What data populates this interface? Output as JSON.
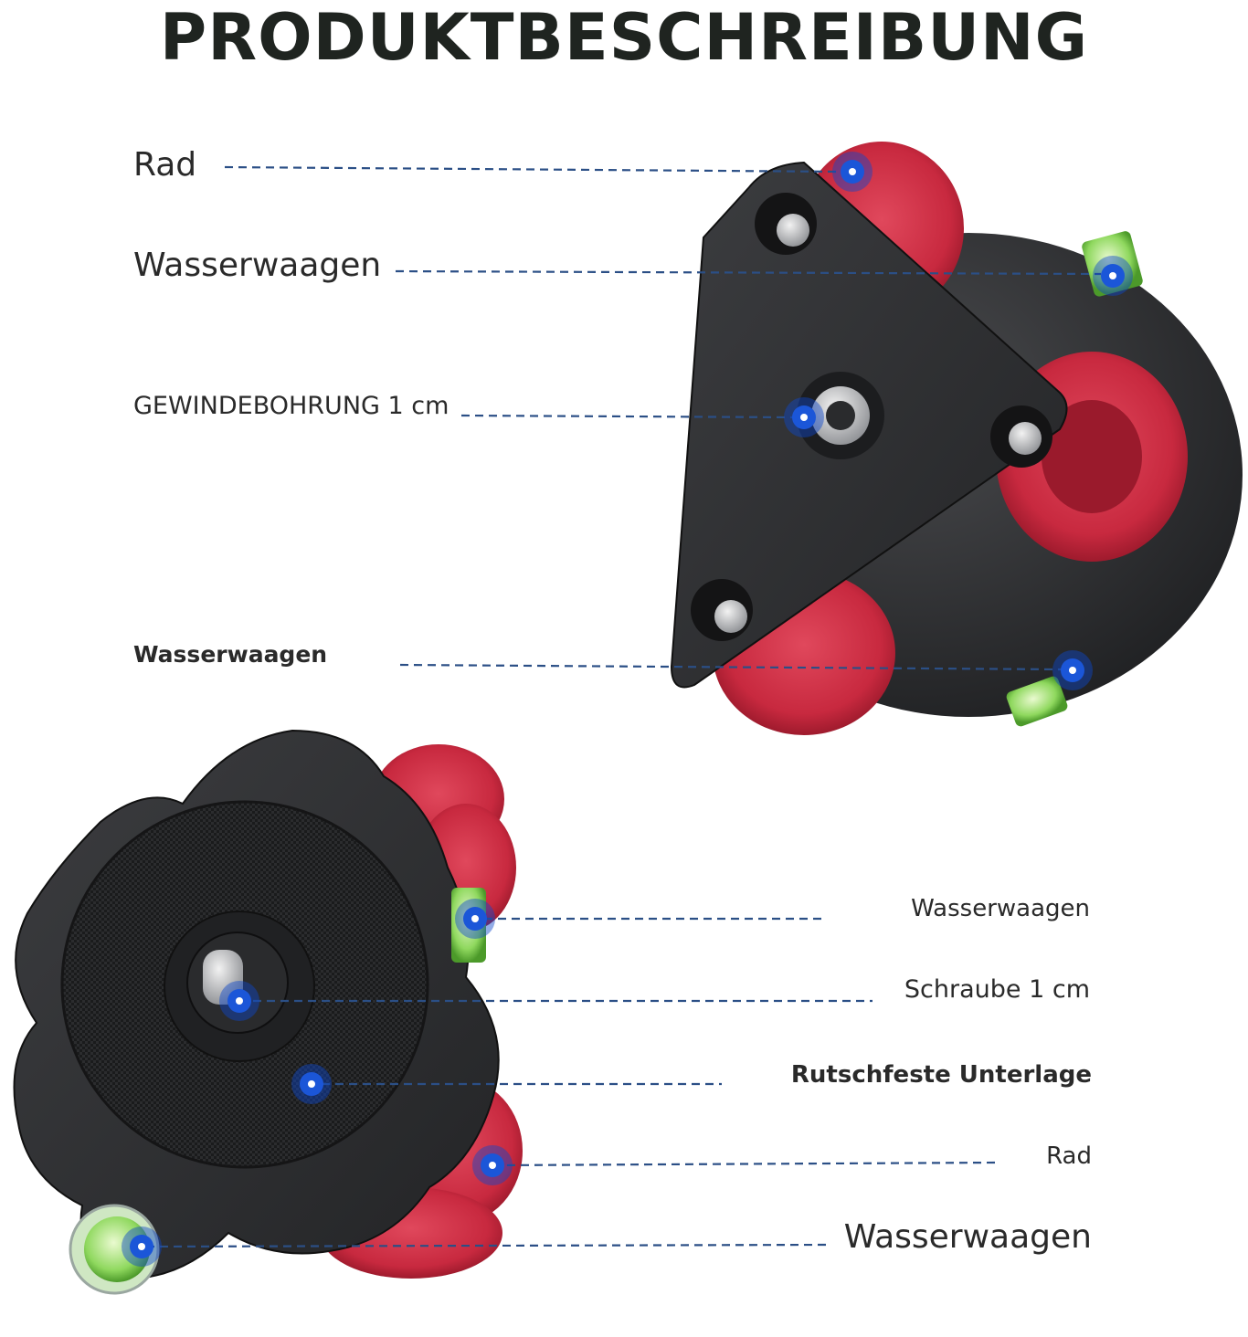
{
  "title": "PRODUKTBESCHREIBUNG",
  "labels": {
    "rad_top": "Rad",
    "wasserwaagen_top": "Wasserwaagen",
    "gewindebohrung": "GEWINDEBOHRUNG 1 cm",
    "wasserwaagen_mid": "Wasserwaagen",
    "wasserwaagen_right_1": "Wasserwaagen",
    "schraube": "Schraube 1 cm",
    "rutschfeste": "Rutschfeste Unterlage",
    "rad_bottom": "Rad",
    "wasserwaagen_bottom": "Wasserwaagen"
  },
  "colors": {
    "wheel": "#c8293f",
    "body": "#2a2b2d",
    "marker": "#1b56d8",
    "bubble": "#7fd15a",
    "leader_line": "#2b4f86"
  }
}
